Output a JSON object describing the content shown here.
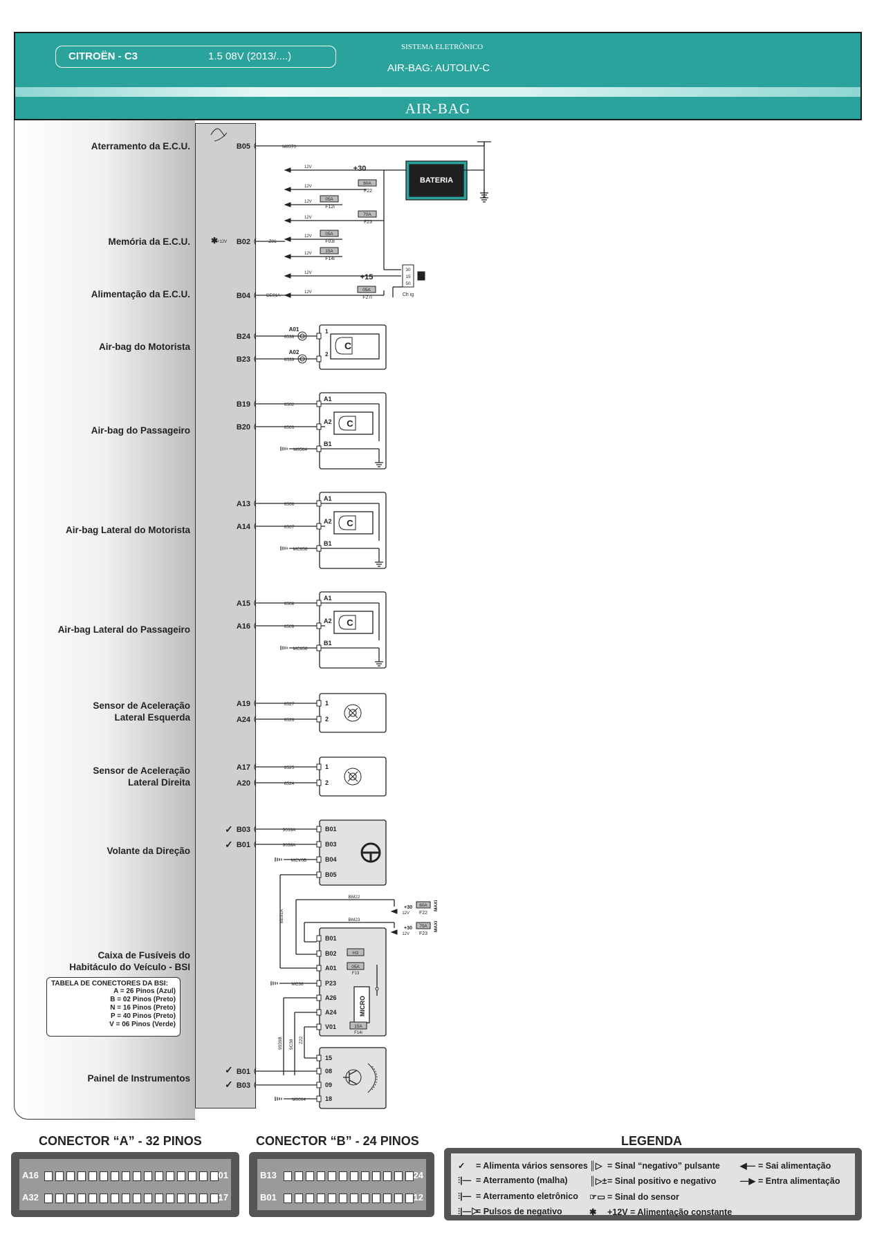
{
  "header": {
    "model": "CITROËN - C3",
    "engine": "1.5 08V (2013/....)",
    "system_label": "SISTEMA ELETRÔNICO",
    "system_name": "AIR-BAG: AUTOLIV-C",
    "section": "AIR-BAG"
  },
  "components": [
    {
      "id": "ground",
      "label": "Aterramento da E.C.U."
    },
    {
      "id": "memory",
      "label": "Memória da E.C.U."
    },
    {
      "id": "power",
      "label": "Alimentação da E.C.U."
    },
    {
      "id": "driver",
      "label": "Air-bag do Motorista"
    },
    {
      "id": "passenger",
      "label": "Air-bag do Passageiro"
    },
    {
      "id": "side-driver",
      "label": "Air-bag Lateral do Motorista"
    },
    {
      "id": "side-passenger",
      "label": "Air-bag Lateral do Passageiro"
    },
    {
      "id": "acc-left",
      "label": "Sensor de Aceleração\nLateral Esquerda"
    },
    {
      "id": "acc-right",
      "label": "Sensor de Aceleração\nLateral Direita"
    },
    {
      "id": "steering",
      "label": "Volante da Direção"
    },
    {
      "id": "bsi",
      "label": "Caixa de Fusíveis do\nHabitáculo do Veículo - BSI"
    },
    {
      "id": "panel",
      "label": "Painel de Instrumentos"
    }
  ],
  "bsi_table": {
    "title": "TABELA DE CONECTORES DA BSI:",
    "rows": [
      "A = 26 Pinos (Azul)",
      "B = 02 Pinos (Preto)",
      "N = 16 Pinos (Preto)",
      "P = 40 Pinos (Preto)",
      "V = 06 Pinos (Verde)"
    ]
  },
  "ecu_pins": {
    "ground": "B05",
    "memory": "B02",
    "power": "B04",
    "driver": [
      "B24",
      "B23"
    ],
    "passenger": [
      "B19",
      "B20"
    ],
    "side_driver": [
      "A13",
      "A14"
    ],
    "side_passenger": [
      "A15",
      "A16"
    ],
    "acc_left": [
      "A19",
      "A24"
    ],
    "acc_right": [
      "A17",
      "A20"
    ],
    "steering": [
      "B03",
      "B01"
    ],
    "panel": [
      "B01",
      "B03"
    ]
  },
  "wires": {
    "ground": "M6570",
    "memory": "Z01",
    "power": "CE01A",
    "driver": [
      "6538",
      "6539"
    ],
    "driver_clips": [
      "A01",
      "A02"
    ],
    "passenger": [
      "6502",
      "6503",
      "M6564"
    ],
    "side_driver": [
      "6506",
      "6507",
      "MC656"
    ],
    "side_passenger": [
      "6508",
      "6509",
      "MC656"
    ],
    "acc_left": [
      "6527",
      "6526"
    ],
    "acc_right": [
      "6525",
      "6524"
    ],
    "steering": [
      "9039A",
      "9038A",
      "MCV0B"
    ],
    "bsi_top": [
      "BM22",
      "BM23"
    ],
    "bsi_vert": "BE01A",
    "bsi_gnd": "MC38",
    "panel_vert": [
      "9039B",
      "9C38",
      "Z22"
    ],
    "panel_gnd": "M0004"
  },
  "memory_marker": "+12V",
  "power_supply": {
    "battery": "BATERIA",
    "plus30": "+30",
    "plus15": "+15",
    "v12": "12V",
    "fuses": [
      {
        "rating": "60A",
        "name": "F22"
      },
      {
        "rating": "05A",
        "name": "F12i"
      },
      {
        "rating": "70A",
        "name": "F23"
      },
      {
        "rating": "05A",
        "name": "F03i"
      },
      {
        "rating": "15A",
        "name": "F14i"
      },
      {
        "rating": "05A",
        "name": "F27i"
      }
    ],
    "ignition_pins": [
      "30",
      "15",
      "50"
    ],
    "ignition_label": "Ch ig"
  },
  "module_pins": {
    "driver": [
      "1",
      "2"
    ],
    "tri": [
      "A1",
      "A2",
      "B1"
    ],
    "sensor": [
      "1",
      "2"
    ],
    "steering": [
      "B01",
      "B03",
      "B04",
      "B05"
    ],
    "bsi": [
      "B01",
      "B02",
      "A01",
      "P23",
      "A26",
      "A24",
      "V01"
    ],
    "bsi_inner": [
      "H3",
      "05A",
      "F13"
    ],
    "bsi_v01_fuse": [
      "15A",
      "F14i"
    ],
    "micro": "MICRO",
    "bsi_maxi": [
      {
        "plus": "+30",
        "rating": "60A",
        "name": "F22",
        "tag": "MAXI"
      },
      {
        "plus": "+30",
        "rating": "70A",
        "name": "F23",
        "tag": "MAXI"
      }
    ],
    "panel": [
      "15",
      "08",
      "09",
      "18"
    ]
  },
  "connectors": {
    "a_title": "CONECTOR “A” - 32 PINOS",
    "a_labels": [
      "A16",
      "A01",
      "A32",
      "A17"
    ],
    "b_title": "CONECTOR “B” - 24 PINOS",
    "b_labels": [
      "B13",
      "B24",
      "B01",
      "B12"
    ]
  },
  "legend": {
    "title": "LEGENDA",
    "items": [
      {
        "sym": "✓",
        "text": "= Alimenta vários sensores"
      },
      {
        "sym": "║▷",
        "text": "= Sinal “negativo” pulsante"
      },
      {
        "sym": "◀—",
        "text": "= Sai alimentação"
      },
      {
        "sym": "⫶|—",
        "text": "= Aterramento (malha)"
      },
      {
        "sym": "║▷±",
        "text": "= Sinal positivo e negativo"
      },
      {
        "sym": "—▶",
        "text": "= Entra alimentação"
      },
      {
        "sym": "⫶|—",
        "text": "= Aterramento eletrônico"
      },
      {
        "sym": "☞▭",
        "text": "= Sinal do sensor"
      },
      {
        "sym": "⫶|—▷",
        "text": "= Pulsos de negativo"
      },
      {
        "sym": "✱",
        "text": "+12V = Alimentação constante"
      }
    ]
  },
  "colors": {
    "header": "#2aa39d",
    "ecu": "#cfcfcf",
    "wire": "#222222"
  }
}
